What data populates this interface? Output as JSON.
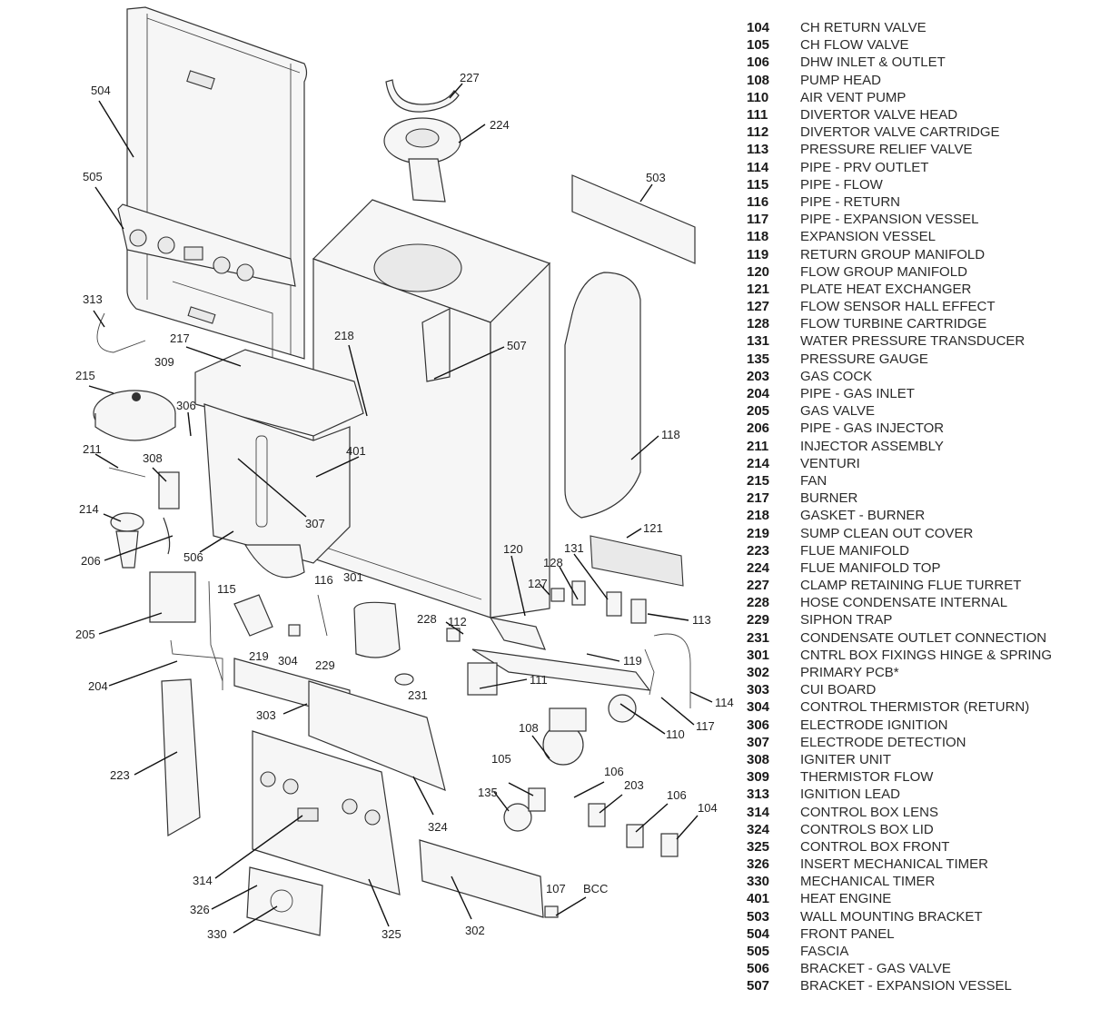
{
  "title": "Boiler exploded parts diagram",
  "callouts": {
    "c504": "504",
    "c505": "505",
    "c313": "313",
    "c217": "217",
    "c309": "309",
    "c215": "215",
    "c306": "306",
    "c211": "211",
    "c308": "308",
    "c218": "218",
    "c401": "401",
    "c307": "307",
    "c214": "214",
    "c206": "206",
    "c506": "506",
    "c205": "205",
    "c115": "115",
    "c116": "116",
    "c301": "301",
    "c228": "228",
    "c219": "219",
    "c304": "304",
    "c229": "229",
    "c204": "204",
    "c231": "231",
    "c303": "303",
    "c223": "223",
    "c324": "324",
    "c314": "314",
    "c326": "326",
    "c330": "330",
    "c325": "325",
    "c302": "302",
    "c107": "107",
    "cBCC": "BCC",
    "c227": "227",
    "c224": "224",
    "c503": "503",
    "c507": "507",
    "c118": "118",
    "c121": "121",
    "c120": "120",
    "c131": "131",
    "c128": "128",
    "c127": "127",
    "c113": "113",
    "c112": "112",
    "c119": "119",
    "c111": "111",
    "c114": "114",
    "c110": "110",
    "c117": "117",
    "c108": "108",
    "c105": "105",
    "c106a": "106",
    "c203": "203",
    "c135": "135",
    "c106b": "106",
    "c104": "104"
  },
  "parts_list": [
    {
      "num": "104",
      "desc": "CH RETURN VALVE"
    },
    {
      "num": "105",
      "desc": "CH FLOW VALVE"
    },
    {
      "num": "106",
      "desc": "DHW INLET & OUTLET"
    },
    {
      "num": "108",
      "desc": "PUMP HEAD"
    },
    {
      "num": "110",
      "desc": "AIR VENT PUMP"
    },
    {
      "num": "111",
      "desc": "DIVERTOR VALVE HEAD"
    },
    {
      "num": "112",
      "desc": "DIVERTOR VALVE CARTRIDGE"
    },
    {
      "num": "113",
      "desc": "PRESSURE RELIEF VALVE"
    },
    {
      "num": "114",
      "desc": "PIPE - PRV OUTLET"
    },
    {
      "num": "115",
      "desc": "PIPE - FLOW"
    },
    {
      "num": "116",
      "desc": "PIPE - RETURN"
    },
    {
      "num": "117",
      "desc": "PIPE - EXPANSION VESSEL"
    },
    {
      "num": "118",
      "desc": "EXPANSION VESSEL"
    },
    {
      "num": "119",
      "desc": "RETURN GROUP MANIFOLD"
    },
    {
      "num": "120",
      "desc": "FLOW GROUP MANIFOLD"
    },
    {
      "num": "121",
      "desc": "PLATE HEAT EXCHANGER"
    },
    {
      "num": "127",
      "desc": "FLOW SENSOR HALL EFFECT"
    },
    {
      "num": "128",
      "desc": "FLOW TURBINE CARTRIDGE"
    },
    {
      "num": "131",
      "desc": "WATER PRESSURE TRANSDUCER"
    },
    {
      "num": "135",
      "desc": "PRESSURE GAUGE"
    },
    {
      "num": "203",
      "desc": "GAS COCK"
    },
    {
      "num": "204",
      "desc": "PIPE - GAS INLET"
    },
    {
      "num": "205",
      "desc": "GAS VALVE"
    },
    {
      "num": "206",
      "desc": "PIPE - GAS INJECTOR"
    },
    {
      "num": "211",
      "desc": "INJECTOR ASSEMBLY"
    },
    {
      "num": "214",
      "desc": "VENTURI"
    },
    {
      "num": "215",
      "desc": "FAN"
    },
    {
      "num": "217",
      "desc": "BURNER"
    },
    {
      "num": "218",
      "desc": "GASKET - BURNER"
    },
    {
      "num": "219",
      "desc": "SUMP CLEAN OUT COVER"
    },
    {
      "num": "223",
      "desc": "FLUE MANIFOLD"
    },
    {
      "num": "224",
      "desc": "FLUE MANIFOLD TOP"
    },
    {
      "num": "227",
      "desc": "CLAMP RETAINING FLUE TURRET"
    },
    {
      "num": "228",
      "desc": "HOSE CONDENSATE INTERNAL"
    },
    {
      "num": "229",
      "desc": "SIPHON TRAP"
    },
    {
      "num": "231",
      "desc": "CONDENSATE OUTLET CONNECTION"
    },
    {
      "num": "301",
      "desc": "CNTRL BOX FIXINGS HINGE & SPRING"
    },
    {
      "num": "302",
      "desc": "PRIMARY PCB*"
    },
    {
      "num": "303",
      "desc": "CUI BOARD"
    },
    {
      "num": "304",
      "desc": "CONTROL THERMISTOR (RETURN)"
    },
    {
      "num": "306",
      "desc": "ELECTRODE IGNITION"
    },
    {
      "num": "307",
      "desc": "ELECTRODE DETECTION"
    },
    {
      "num": "308",
      "desc": "IGNITER UNIT"
    },
    {
      "num": "309",
      "desc": "THERMISTOR FLOW"
    },
    {
      "num": "313",
      "desc": "IGNITION LEAD"
    },
    {
      "num": "314",
      "desc": "CONTROL BOX LENS"
    },
    {
      "num": "324",
      "desc": "CONTROLS BOX LID"
    },
    {
      "num": "325",
      "desc": "CONTROL BOX FRONT"
    },
    {
      "num": "326",
      "desc": "INSERT MECHANICAL TIMER"
    },
    {
      "num": "330",
      "desc": "MECHANICAL TIMER"
    },
    {
      "num": "401",
      "desc": "HEAT ENGINE"
    },
    {
      "num": "503",
      "desc": "WALL MOUNTING BRACKET"
    },
    {
      "num": "504",
      "desc": "FRONT PANEL"
    },
    {
      "num": "505",
      "desc": "FASCIA"
    },
    {
      "num": "506",
      "desc": "BRACKET - GAS VALVE"
    },
    {
      "num": "507",
      "desc": "BRACKET - EXPANSION VESSEL"
    }
  ]
}
